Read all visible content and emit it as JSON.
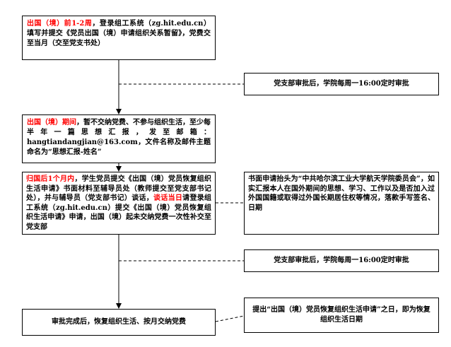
{
  "colors": {
    "highlight": "#ff0000",
    "ink": "#000000",
    "background": "#ffffff"
  },
  "flowchart": {
    "main_steps": [
      {
        "id": "before-departure",
        "parts": [
          {
            "t": "出国（境）前1-2周",
            "red": true
          },
          {
            "t": "，登录组工系统（zg.hit.edu.cn）填写并提交《党员出国（境）申请组织关系暂留》，党费交至当月（交至党支书处）",
            "red": false
          }
        ]
      },
      {
        "id": "during-abroad",
        "parts": [
          {
            "t": "出国（境）期间",
            "red": true
          },
          {
            "t": "，暂不交纳党费、不参与组织生活，至少每半年一篇思想汇报，发至邮箱：hangtiandangjian@163.com，文件名称及邮件主题命名为“思想汇报-姓名”",
            "red": false
          }
        ]
      },
      {
        "id": "after-return",
        "parts": [
          {
            "t": "归国后1个月内",
            "red": true
          },
          {
            "t": "，学生党员提交《出国（境）党员恢复组织生活申请》书面材料至辅导员处（教师提交至党支部书记处），并与辅导员（党支部书记）谈话，",
            "red": false
          },
          {
            "t": "谈话当日",
            "red": true
          },
          {
            "t": "请登录组工系统（zg.hit.edu.cn）提交《出国（境）党员恢复组织生活申请》申请，出国（境）起未交纳党费一次性补交至党支部",
            "red": false
          }
        ]
      },
      {
        "id": "approved",
        "parts": [
          {
            "t": "审批完成后，恢复组织生活、按月交纳党费",
            "red": false
          }
        ]
      }
    ],
    "side_notes": [
      {
        "id": "approval-schedule-1",
        "parts": [
          {
            "t": "党支部审批后，学院每周一16:00定时审批",
            "red": false
          }
        ]
      },
      {
        "id": "written-application-format",
        "parts": [
          {
            "t": "书面申请抬头为“中共哈尔滨工业大学航天学院委员会”，如实汇报本人在国外期间的思想、学习、工作以及是否加入过外国国籍或取得过外国长期居住权等情况，落款手写签名、日期",
            "red": false
          }
        ]
      },
      {
        "id": "approval-schedule-2",
        "parts": [
          {
            "t": "党支部审批后，学院每周一16:00定时审批",
            "red": false
          }
        ]
      },
      {
        "id": "restore-date-note",
        "parts": [
          {
            "t": "提出“出国（境）党员恢复组织生活申请”之日，即为恢复组织生活日期",
            "red": false
          }
        ]
      }
    ]
  }
}
